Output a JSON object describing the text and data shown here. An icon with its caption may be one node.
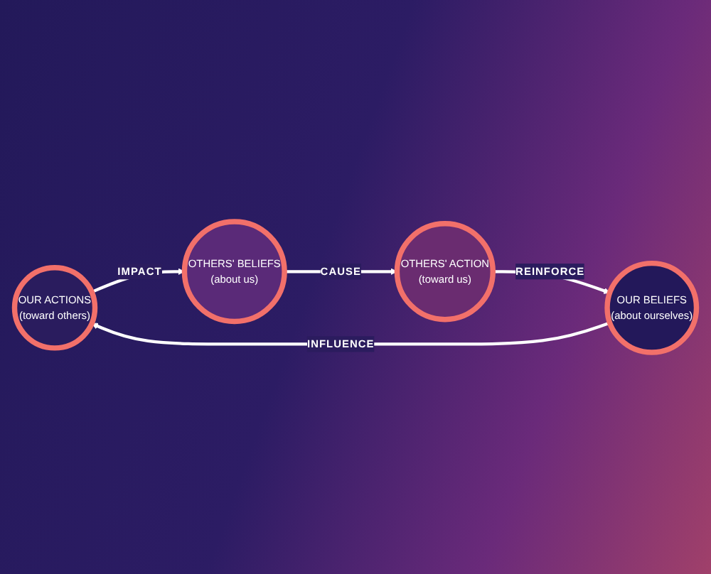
{
  "diagram": {
    "nodes": [
      {
        "text": [
          "OUR ACTIONS",
          "(toward others)"
        ]
      },
      {
        "text": [
          "OTHERS' BELIEFS",
          "(about us)"
        ]
      },
      {
        "text": [
          "OTHERS' ACTION",
          "(toward us)"
        ]
      },
      {
        "text": [
          "OUR BELIEFS",
          "(about ourselves)"
        ]
      }
    ],
    "edges": [
      {
        "from": 0,
        "to": 1,
        "arrow": "to",
        "label": "IMPACT"
      },
      {
        "from": 1,
        "to": 2,
        "arrow": "to",
        "label": "CAUSE"
      },
      {
        "from": 2,
        "to": 3,
        "arrow": "to",
        "label": "REINFORCE"
      },
      {
        "from": 3,
        "to": 0,
        "arrow": "to",
        "label": "INFLUENCE"
      }
    ]
  }
}
